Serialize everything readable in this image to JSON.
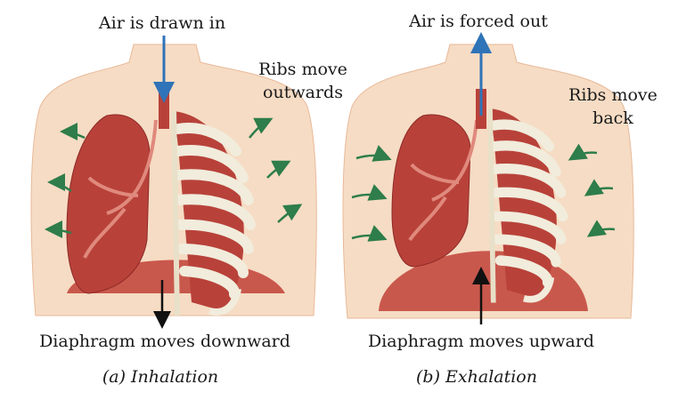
{
  "colors": {
    "skin": "#f6dcc4",
    "skin_edge": "#e8b999",
    "lung": "#b8423a",
    "lung_dark": "#8e2a26",
    "rib": "#f1ecdc",
    "diaphragm": "#c9584c",
    "green_arrow": "#2e7d4a",
    "blue_arrow": "#2f73b8",
    "black_arrow": "#111111"
  },
  "inhalation": {
    "air_label": "Air is drawn in",
    "ribs_label_line1": "Ribs move",
    "ribs_label_line2": "outwards",
    "diaphragm_label": "Diaphragm moves downward",
    "caption": "(a) Inhalation"
  },
  "exhalation": {
    "air_label": "Air is forced out",
    "ribs_label_line1": "Ribs move",
    "ribs_label_line2": "back",
    "diaphragm_label": "Diaphragm moves upward",
    "caption": "(b) Exhalation"
  }
}
